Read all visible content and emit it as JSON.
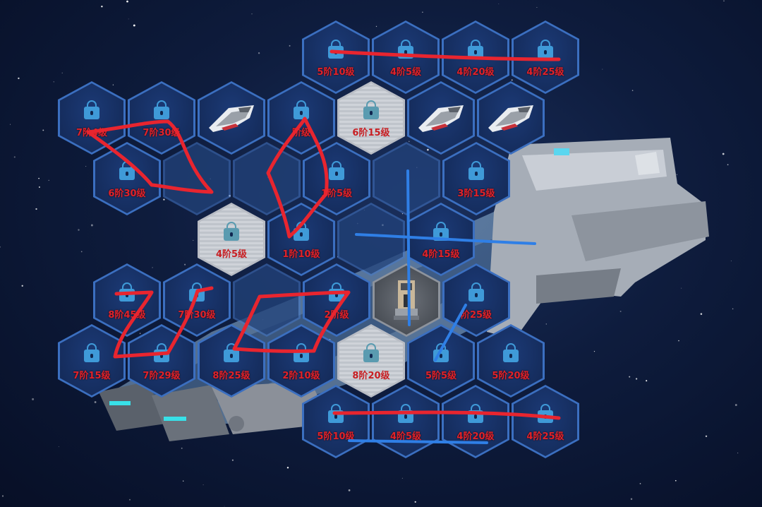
{
  "colors": {
    "locked_label": "#e0222a",
    "hex_border": "#3b6fc0",
    "red_mark": "#e8252f",
    "blue_mark": "#2f7fe6"
  },
  "slots": [
    {
      "id": "r0c0",
      "kind": "locked",
      "label": "5阶10级",
      "icon": "lock-icon"
    },
    {
      "id": "r0c1",
      "kind": "locked",
      "label": "4阶5级",
      "icon": "lock-icon"
    },
    {
      "id": "r0c2",
      "kind": "locked",
      "label": "4阶20级",
      "icon": "lock-icon"
    },
    {
      "id": "r0c3",
      "kind": "locked",
      "label": "4阶25级",
      "icon": "lock-icon"
    },
    {
      "id": "r1c0",
      "kind": "locked",
      "label": "7阶4级",
      "icon": "lock-icon"
    },
    {
      "id": "r1c1",
      "kind": "locked",
      "label": "7阶30级",
      "icon": "lock-icon"
    },
    {
      "id": "r1c2",
      "kind": "ship",
      "label": "",
      "icon": "spaceship-icon"
    },
    {
      "id": "r1c3",
      "kind": "locked",
      "label": "阶级",
      "icon": "lock-icon"
    },
    {
      "id": "r1c4",
      "kind": "item",
      "label": "6阶15级",
      "icon": "lock-icon"
    },
    {
      "id": "r1c5",
      "kind": "ship",
      "label": "",
      "icon": "spaceship-icon"
    },
    {
      "id": "r1c6",
      "kind": "ship",
      "label": "",
      "icon": "spaceship-icon"
    },
    {
      "id": "r2c0",
      "kind": "locked",
      "label": "6阶30级",
      "icon": "lock-icon"
    },
    {
      "id": "r2c1",
      "kind": "blank",
      "label": "",
      "icon": ""
    },
    {
      "id": "r2c2",
      "kind": "blank",
      "label": "",
      "icon": ""
    },
    {
      "id": "r2c3",
      "kind": "locked",
      "label": "1阶5级",
      "icon": "lock-icon"
    },
    {
      "id": "r2c4",
      "kind": "blank",
      "label": "",
      "icon": ""
    },
    {
      "id": "r2c5",
      "kind": "locked",
      "label": "3阶15级",
      "icon": "lock-icon"
    },
    {
      "id": "r3c0",
      "kind": "item",
      "label": "4阶5级",
      "icon": "lock-icon"
    },
    {
      "id": "r3c1",
      "kind": "locked",
      "label": "1阶10级",
      "icon": "lock-icon"
    },
    {
      "id": "r3c2",
      "kind": "blank",
      "label": "",
      "icon": ""
    },
    {
      "id": "r3c3",
      "kind": "locked",
      "label": "4阶15级",
      "icon": "lock-icon"
    },
    {
      "id": "r4c0",
      "kind": "locked",
      "label": "8阶45级",
      "icon": "lock-icon"
    },
    {
      "id": "r4c1",
      "kind": "locked",
      "label": "7阶30级",
      "icon": "lock-icon"
    },
    {
      "id": "r4c2",
      "kind": "blank",
      "label": "",
      "icon": ""
    },
    {
      "id": "r4c3",
      "kind": "locked",
      "label": "2阶级",
      "icon": "lock-icon"
    },
    {
      "id": "r4c4",
      "kind": "core",
      "label": "",
      "icon": "core-module-icon"
    },
    {
      "id": "r4c5",
      "kind": "locked",
      "label": "阶25级",
      "icon": "lock-icon"
    },
    {
      "id": "r5c0",
      "kind": "locked",
      "label": "7阶15级",
      "icon": "lock-icon"
    },
    {
      "id": "r5c1",
      "kind": "locked",
      "label": "7阶29级",
      "icon": "lock-icon"
    },
    {
      "id": "r5c2",
      "kind": "locked",
      "label": "8阶25级",
      "icon": "lock-icon"
    },
    {
      "id": "r5c3",
      "kind": "locked",
      "label": "2阶10级",
      "icon": "lock-icon"
    },
    {
      "id": "r5c4",
      "kind": "item",
      "label": "8阶20级",
      "icon": "lock-icon"
    },
    {
      "id": "r5c5",
      "kind": "locked",
      "label": "5阶5级",
      "icon": "lock-icon"
    },
    {
      "id": "r5c6",
      "kind": "locked",
      "label": "5阶20级",
      "icon": "lock-icon"
    },
    {
      "id": "r6c0",
      "kind": "locked",
      "label": "5阶10级",
      "icon": "lock-icon"
    },
    {
      "id": "r6c1",
      "kind": "locked",
      "label": "4阶5级",
      "icon": "lock-icon"
    },
    {
      "id": "r6c2",
      "kind": "locked",
      "label": "4阶20级",
      "icon": "lock-icon"
    },
    {
      "id": "r6c3",
      "kind": "locked",
      "label": "4阶25级",
      "icon": "lock-icon"
    }
  ]
}
